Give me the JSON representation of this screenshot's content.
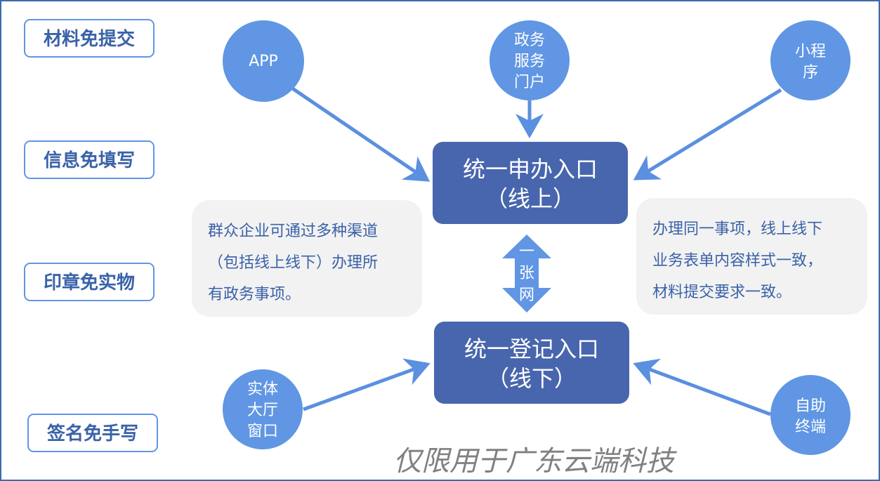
{
  "left_labels": [
    "材料免提交",
    "信息免填写",
    "印章免实物",
    "签名免手写"
  ],
  "channels_online": [
    {
      "lines": [
        "APP"
      ]
    },
    {
      "lines": [
        "政务",
        "服务",
        "门户"
      ]
    },
    {
      "lines": [
        "小程",
        "序"
      ]
    }
  ],
  "channels_offline": [
    {
      "lines": [
        "实体",
        "大厅",
        "窗口"
      ]
    },
    {
      "lines": [
        "自助",
        "终端"
      ]
    }
  ],
  "online_entry": {
    "line1": "统一申办入口",
    "line2": "（线上）"
  },
  "offline_entry": {
    "line1": "统一登记入口",
    "line2": "（线下）"
  },
  "connector": [
    "一",
    "张",
    "网"
  ],
  "left_note": [
    "群众企业可通过多种渠道",
    "（包括线上线下）办理所",
    "有政务事项。"
  ],
  "right_note": [
    "办理同一事项，线上线下",
    "业务表单内容样式一致，",
    "材料提交要求一致。"
  ],
  "watermark": "仅限用于广东云端科技",
  "colors": {
    "border": "#3f6aa8",
    "circle": "#6096e3",
    "entry": "#4866ad",
    "note_bg": "#f2f2f2",
    "text": "#3a62a8"
  }
}
